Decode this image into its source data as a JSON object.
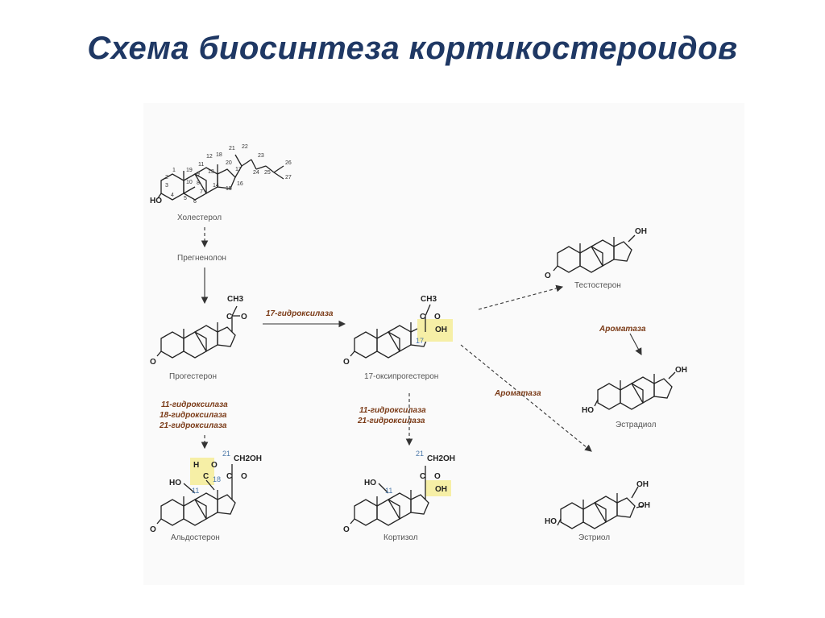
{
  "title": "Схема биосинтеза кортикостероидов",
  "compounds": {
    "cholesterol": "Холестерол",
    "pregnenolone": "Прегненолон",
    "progesterone": "Прогестерон",
    "hydroxyprogesterone": "17-оксипрогестерон",
    "testosterone": "Тестостерон",
    "estradiol": "Эстрадиол",
    "aldosterone": "Альдостерон",
    "cortisol": "Кортизол",
    "estriol": "Эстриол"
  },
  "enzymes": {
    "e17": "17-гидроксилаза",
    "e11": "11-гидроксилаза",
    "e18": "18-гидроксилаза",
    "e21": "21-гидроксилаза",
    "aromatase1": "Ароматаза",
    "aromatase2": "Ароматаза"
  },
  "atoms": {
    "ho": "HO",
    "o": "O",
    "oh": "OH",
    "ch3": "CH3",
    "ch2oh": "CH2OH",
    "c": "C",
    "h": "H"
  },
  "numbers": {
    "n17": "17",
    "n11": "11",
    "n18": "18",
    "n21": "21"
  }
}
